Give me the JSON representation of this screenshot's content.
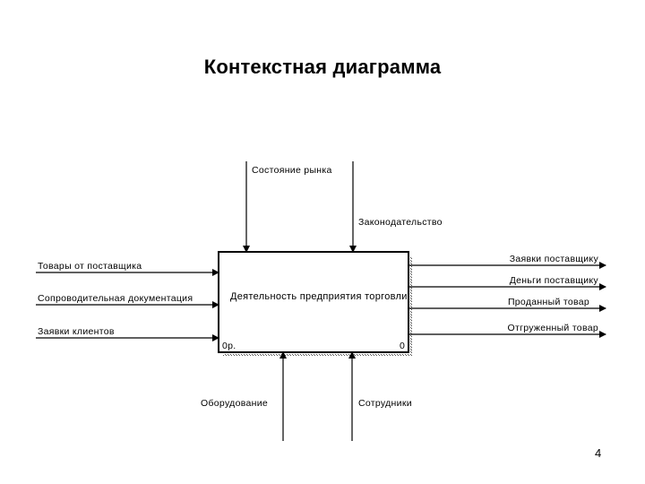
{
  "title": "Контекстная диаграмма",
  "process": {
    "name": "Деятельность предприятия торговли",
    "cost": "0р.",
    "number": "0"
  },
  "controls": [
    "Состояние рынка",
    "Законодательство"
  ],
  "inputs": [
    "Товары от поставщика",
    "Сопроводительная документация",
    "Заявки клиентов"
  ],
  "outputs": [
    "Заявки поставщику",
    "Деньги поставщику",
    "Проданный товар",
    "Отгруженный товар"
  ],
  "mechanisms": [
    "Оборудование",
    "Сотрудники"
  ],
  "page_number": "4",
  "colors": {
    "line": "#000000",
    "shadow_hatch": "#555555"
  }
}
